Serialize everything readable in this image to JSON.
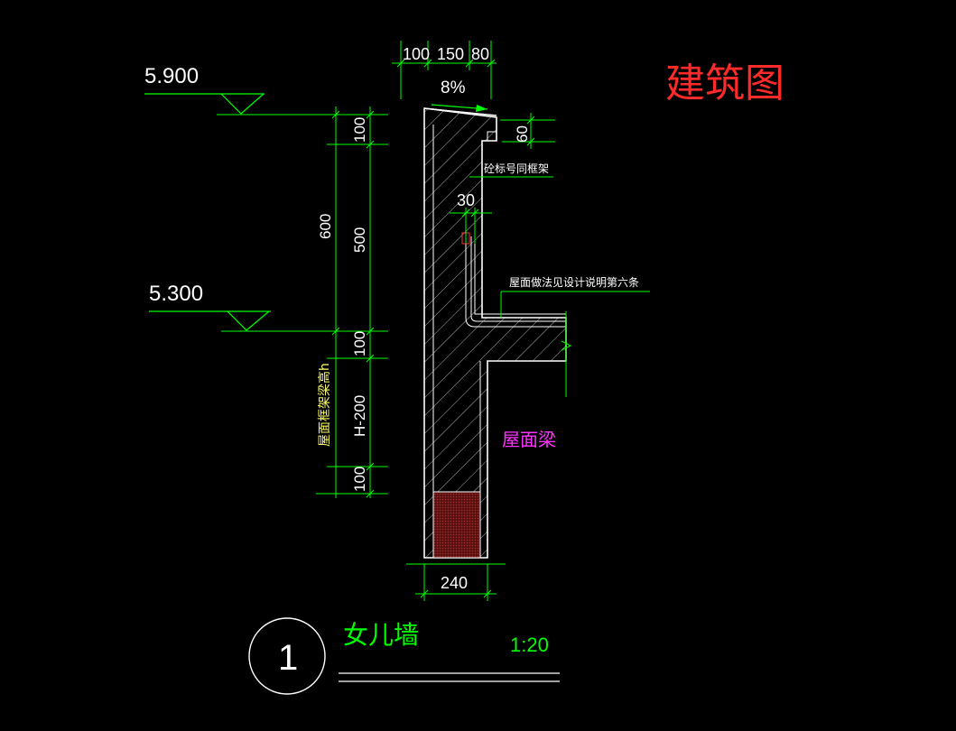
{
  "header": {
    "title": "建筑图"
  },
  "levels": {
    "top": "5.900",
    "mid": "5.300"
  },
  "top_dims": {
    "d1": "100",
    "d2": "150",
    "d3": "80",
    "slope": "8%"
  },
  "right_dims": {
    "lip": "60",
    "d30": "30"
  },
  "left_dims": {
    "a100": "100",
    "b500": "500",
    "c100": "100",
    "d_h200": "H-200",
    "e100": "100",
    "outer600": "600"
  },
  "vertical_note": "屋面框架梁高h",
  "notes": {
    "coping": "砼标号同框架",
    "roof_method": "屋面做法见设计说明第六条",
    "roof_beam": "屋面梁"
  },
  "bottom_dim": "240",
  "title_block": {
    "number": "1",
    "name": "女儿墙",
    "scale": "1:20"
  },
  "colors": {
    "line": "#00ff00",
    "wall": "#ffffff",
    "title": "#ff2a2a",
    "magenta": "#ff33ff",
    "yellow": "#ffff66",
    "brick": "#7a1a1a"
  }
}
